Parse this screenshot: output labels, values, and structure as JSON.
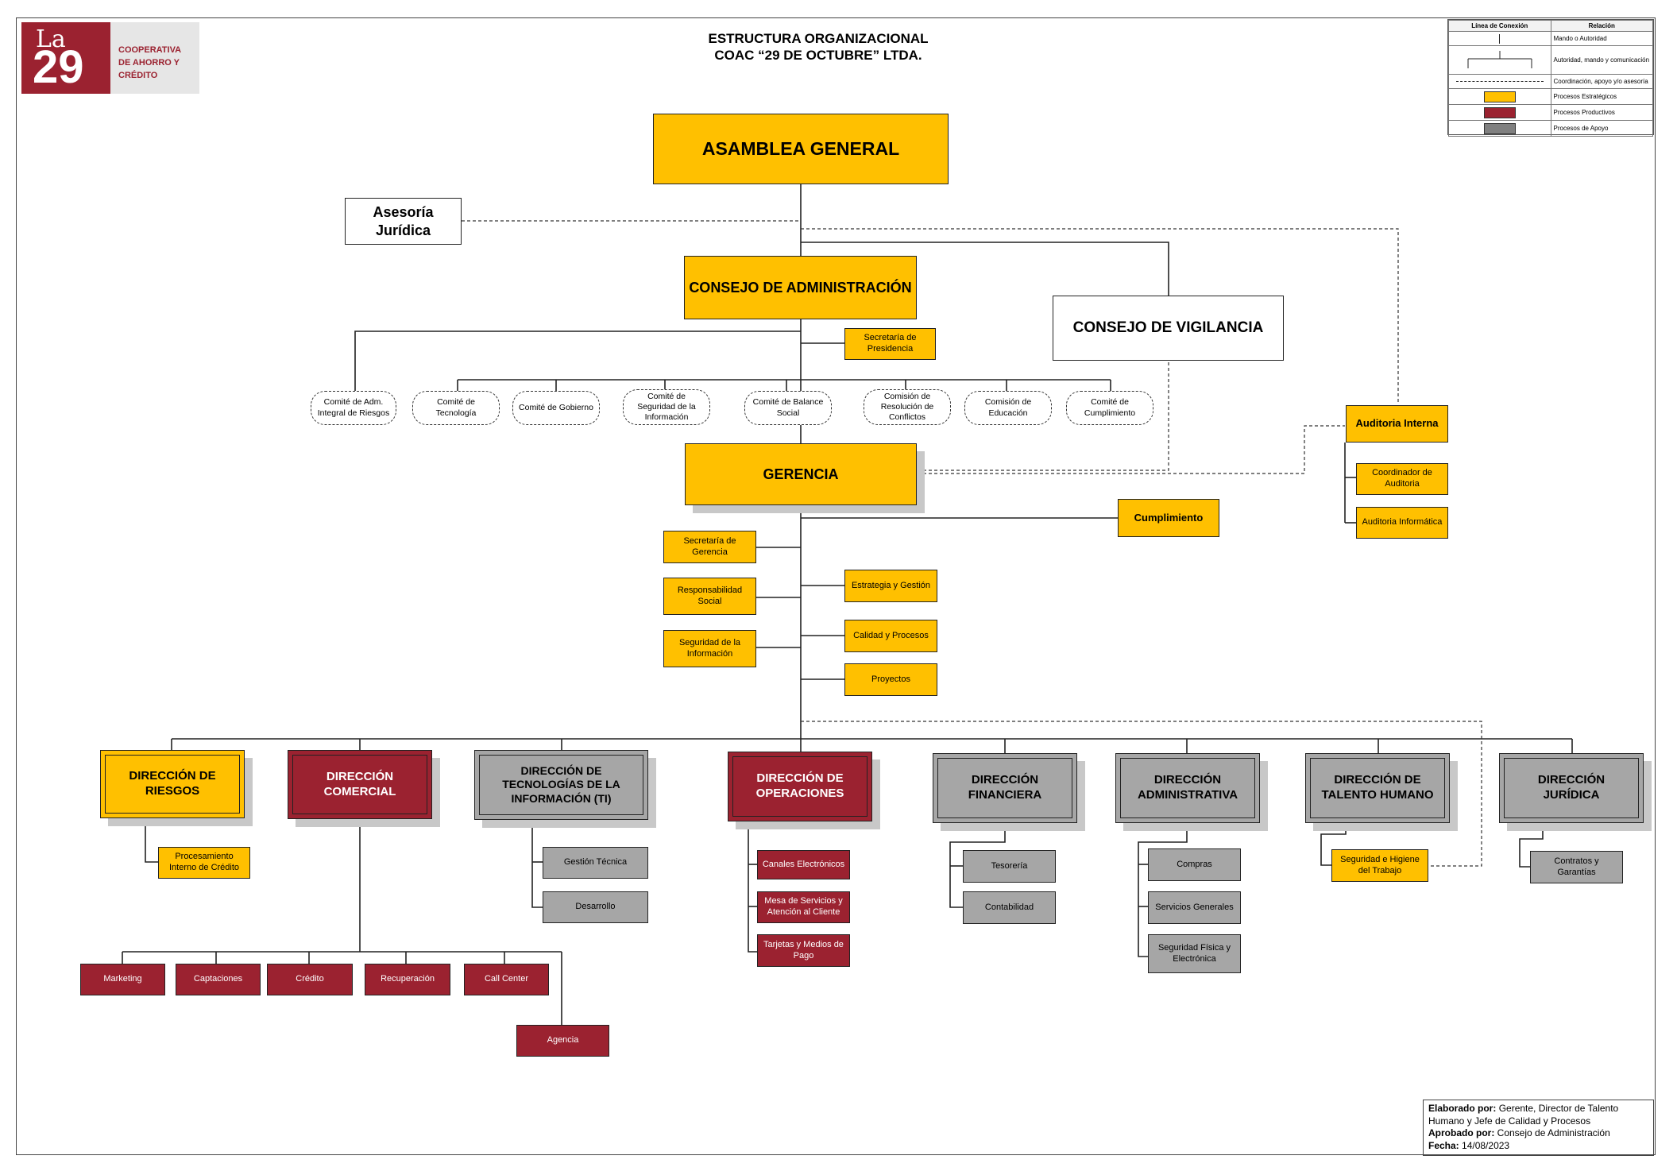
{
  "header": {
    "title_line1": "ESTRUCTURA ORGANIZACIONAL",
    "title_line2": "COAC “29 DE OCTUBRE” LTDA."
  },
  "logo": {
    "mark_top": "La",
    "mark_number": "29",
    "text_line1": "COOPERATIVA",
    "text_line2": "DE AHORRO Y",
    "text_line3": "CRÉDITO"
  },
  "legend": {
    "col1": "Línea de Conexión",
    "col2": "Relación",
    "rows": [
      {
        "label": "Mando o Autoridad"
      },
      {
        "label": "Autoridad, mando y comunicación"
      },
      {
        "label": "Coordinación, apoyo y/o asesoría"
      },
      {
        "label": "Procesos Estratégicos",
        "color": "#ffc000"
      },
      {
        "label": "Procesos Productivos",
        "color": "#9b2230"
      },
      {
        "label": "Procesos de Apoyo",
        "color": "#a6a6a6"
      }
    ]
  },
  "nodes": {
    "asamblea": "ASAMBLEA GENERAL",
    "asesoria": "Asesoría Jurídica",
    "consejo_admin": "CONSEJO DE ADMINISTRACIÓN",
    "consejo_vigilancia": "CONSEJO DE VIGILANCIA",
    "secretaria_presidencia": "Secretaría de Presidencia",
    "auditoria_interna": "Auditoria Interna",
    "coordinador_auditoria": "Coordinador de Auditoria",
    "auditoria_informatica": "Auditoria Informática",
    "gerencia": "GERENCIA",
    "cumplimiento": "Cumplimiento",
    "secretaria_gerencia": "Secretaría de Gerencia",
    "responsabilidad_social": "Responsabilidad Social",
    "seguridad_informacion": "Seguridad de la Información",
    "estrategia_gestion": "Estrategia y Gestión",
    "calidad_procesos": "Calidad y Procesos",
    "proyectos": "Proyectos"
  },
  "committees": [
    "Comité de Adm. Integral de Riesgos",
    "Comité de Tecnología",
    "Comité de Gobierno",
    "Comité de Seguridad de la Información",
    "Comité de Balance Social",
    "Comisión de Resolución de Conflictos",
    "Comisión de Educación",
    "Comité de Cumplimiento"
  ],
  "directions": {
    "riesgos": "DIRECCIÓN DE RIESGOS",
    "comercial": "DIRECCIÓN COMERCIAL",
    "ti": "DIRECCIÓN DE TECNOLOGÍAS DE LA INFORMACIÓN (TI)",
    "operaciones": "DIRECCIÓN DE OPERACIONES",
    "financiera": "DIRECCIÓN FINANCIERA",
    "administrativa": "DIRECCIÓN ADMINISTRATIVA",
    "talento": "DIRECCIÓN DE TALENTO HUMANO",
    "juridica": "DIRECCIÓN JURÍDICA"
  },
  "units": {
    "procesamiento_credito": "Procesamiento Interno de Crédito",
    "marketing": "Marketing",
    "captaciones": "Captaciones",
    "credito": "Crédito",
    "recuperacion": "Recuperación",
    "call_center": "Call Center",
    "agencia": "Agencia",
    "gestion_tecnica": "Gestión Técnica",
    "desarrollo": "Desarrollo",
    "canales": "Canales Electrónicos",
    "mesa_servicios": "Mesa de Servicios y Atención al Cliente",
    "tarjetas": "Tarjetas y Medios de Pago",
    "tesoreria": "Tesorería",
    "contabilidad": "Contabilidad",
    "compras": "Compras",
    "servicios_generales": "Servicios Generales",
    "seguridad_fisica": "Seguridad Física y Electrónica",
    "seguridad_higiene": "Seguridad e Higiene del Trabajo",
    "contratos": "Contratos y Garantías"
  },
  "footer": {
    "elaborado_label": "Elaborado por:",
    "elaborado_value": "Gerente, Director de Talento Humano y Jefe de Calidad y Procesos",
    "aprobado_label": "Aprobado por:",
    "aprobado_value": "Consejo de Administración",
    "fecha_label": "Fecha:",
    "fecha_value": "14/08/2023"
  }
}
